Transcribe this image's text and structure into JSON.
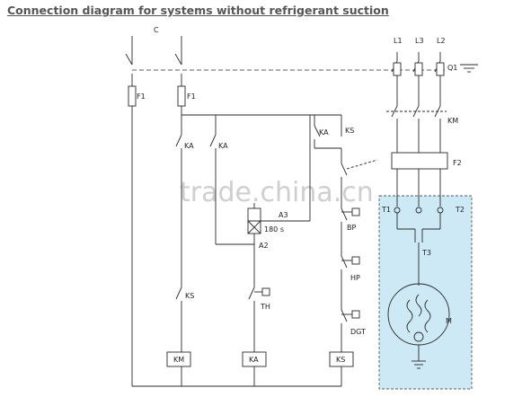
{
  "title": "Connection diagram for systems without refrigerant suction",
  "watermark": "trade.china.cn",
  "colors": {
    "wire": "#2a2a2a",
    "motor_box": "#cde9f5",
    "title": "#555555",
    "watermark": "#cfcfcf"
  },
  "labels": {
    "C": "C",
    "F1_left": "F1",
    "F1_right": "F1",
    "KA_1": "KA",
    "KA_2": "KA",
    "KA_top": "KA",
    "KS_top": "KS",
    "L1": "L1",
    "L3": "L3",
    "L2": "L2",
    "Q1": "Q1",
    "KM_top": "KM",
    "F2": "F2",
    "A3": "A3",
    "timer": "180 s",
    "A2": "A2",
    "BP": "BP",
    "HP": "HP",
    "DGT": "DGT",
    "KS_mid": "KS",
    "TH": "TH",
    "T1": "T1",
    "T2": "T2",
    "T3": "T3",
    "M": "M"
  },
  "coils": {
    "KM": "KM",
    "KA": "KA",
    "KS": "KS"
  }
}
